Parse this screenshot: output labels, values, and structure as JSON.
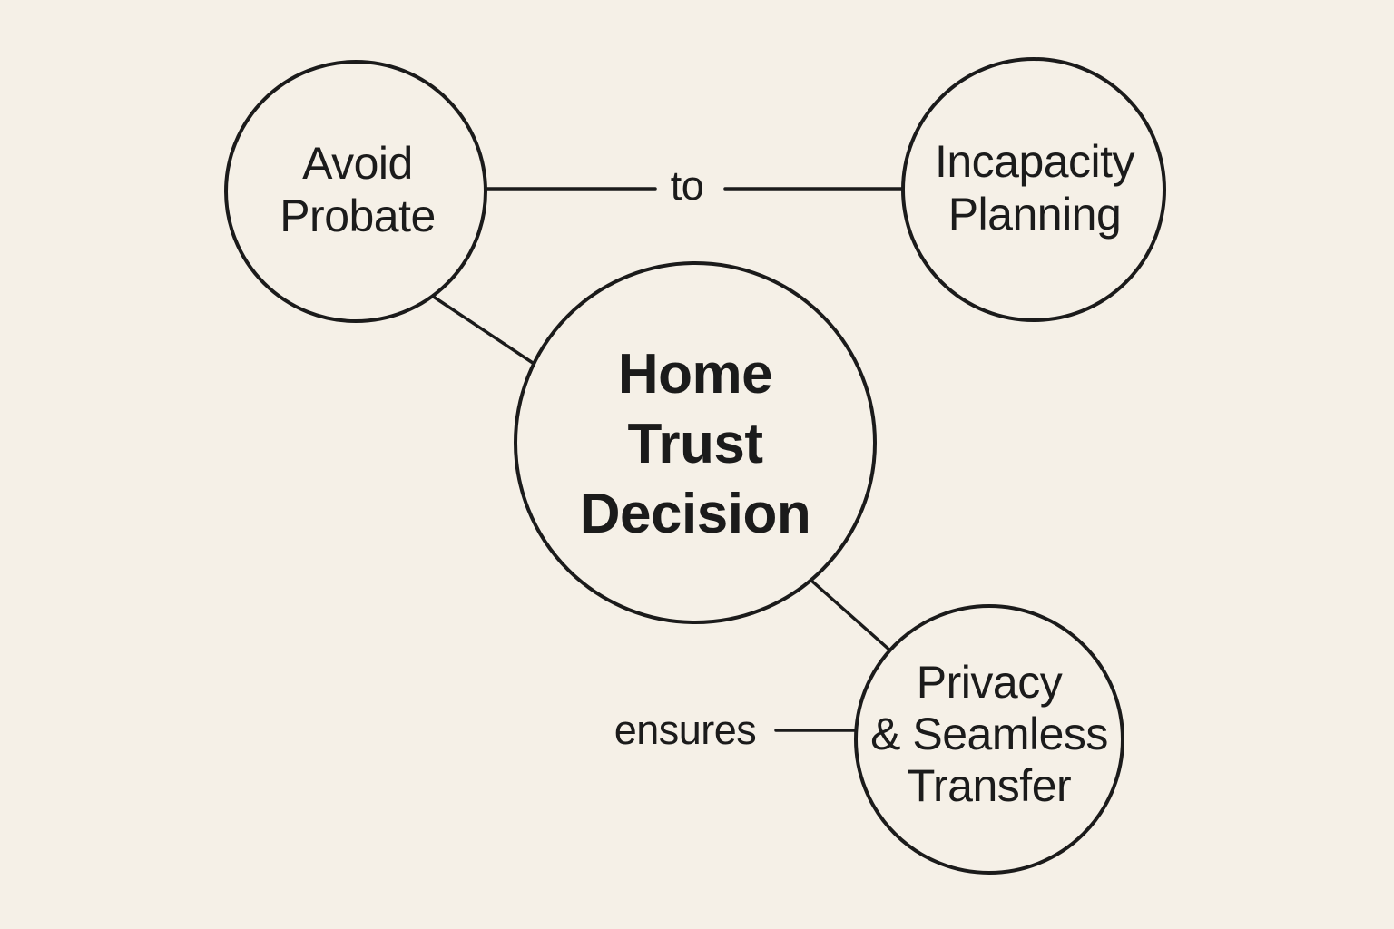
{
  "diagram": {
    "type": "concept-map",
    "background_color": "#f5f0e7",
    "ink_color": "#1b1b1b",
    "nodes": [
      {
        "id": "avoid-probate",
        "lines": [
          "Avoid",
          "Probate"
        ],
        "emphasis": "regular"
      },
      {
        "id": "incapacity-planning",
        "lines": [
          "Incapacity",
          "Planning"
        ],
        "emphasis": "regular"
      },
      {
        "id": "home-trust-decision",
        "lines": [
          "Home",
          "Trust",
          "Decision"
        ],
        "emphasis": "bold"
      },
      {
        "id": "privacy-seamless-transfer",
        "lines": [
          "Privacy",
          "& Seamless",
          "Transfer"
        ],
        "emphasis": "regular"
      }
    ],
    "edges": [
      {
        "from": "avoid-probate",
        "to": "incapacity-planning",
        "label": "to"
      },
      {
        "from": "avoid-probate",
        "to": "home-trust-decision",
        "label": ""
      },
      {
        "from": "home-trust-decision",
        "to": "privacy-seamless-transfer",
        "label": ""
      },
      {
        "from": "privacy-seamless-transfer",
        "to": "privacy-seamless-transfer",
        "label": "ensures"
      }
    ]
  }
}
